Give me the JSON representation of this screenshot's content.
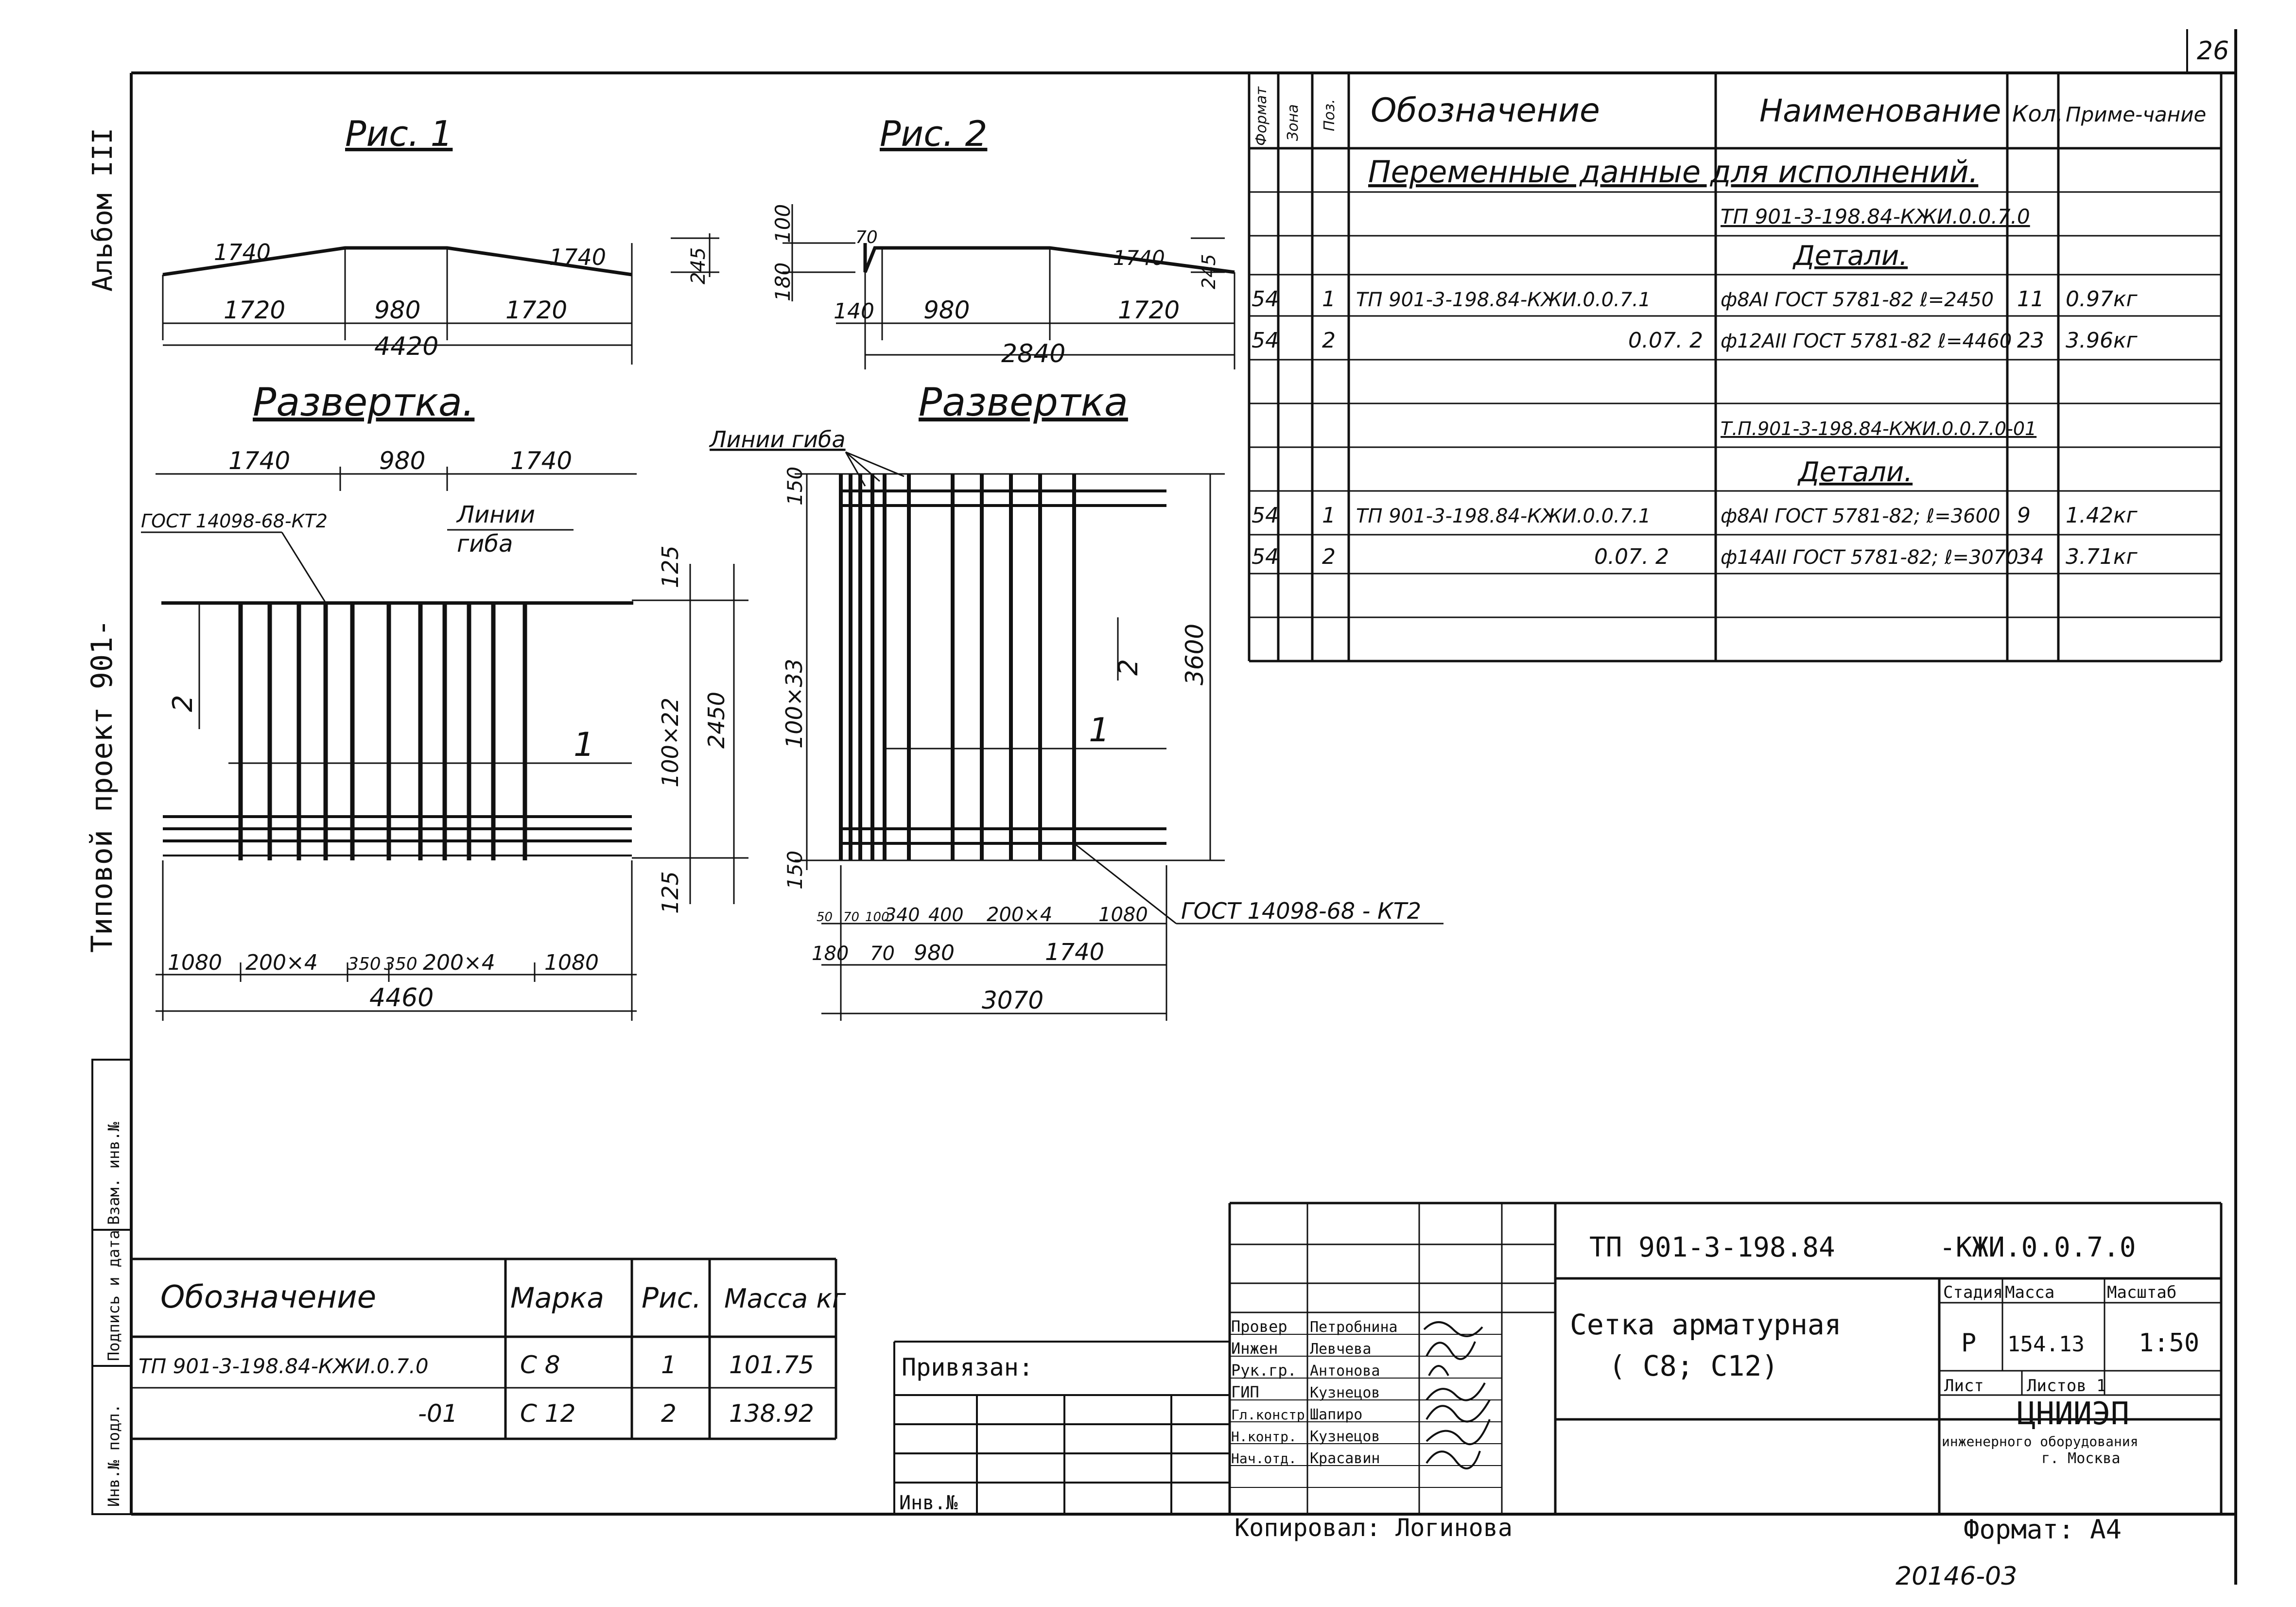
{
  "page_number": "26",
  "left_margin": {
    "album": "Альбом III",
    "project": "Типовой проект 901-",
    "stamp_cells": [
      "Инв.№ подл.",
      "Подпись и дата",
      "Взам. инв.№"
    ]
  },
  "fig1": {
    "title": "Рис. 1",
    "top_dims": [
      "1740",
      "1740",
      "245"
    ],
    "span_dims": [
      "1720",
      "980",
      "1720"
    ],
    "total": "4420",
    "unfold_title": "Развертка.",
    "unfold_top": [
      "1740",
      "980",
      "1740"
    ],
    "gost_label": "ГОСТ 14098-68-КТ2",
    "bend_label_1": "Линии",
    "bend_label_2": "гиба",
    "pos2": "2",
    "pos1": "1",
    "right_dims": [
      "125",
      "100×22",
      "2450",
      "125"
    ],
    "bottom_dims": [
      "1080",
      "200×4",
      "350",
      "350",
      "200×4",
      "1080"
    ],
    "bottom_total": "4460"
  },
  "fig2": {
    "title": "Рис. 2",
    "left_dims": [
      "180",
      "100"
    ],
    "top_dims": [
      "70",
      "1740",
      "245"
    ],
    "span_dims": [
      "140",
      "980",
      "1720"
    ],
    "total": "2840",
    "unfold_title": "Развертка",
    "bend_label": "Линии гиба",
    "left_dims_unfold": [
      "150",
      "100×33",
      "150"
    ],
    "pos2": "2",
    "pos1": "1",
    "right_dim": "3600",
    "gost_label": "ГОСТ 14098-68 - КТ2",
    "bottom_dims": [
      "50",
      "70",
      "100",
      "340",
      "400",
      "200×4",
      "1080"
    ],
    "bottom_dims2": [
      "180",
      "70",
      "980",
      "1740"
    ],
    "bottom_total": "3070"
  },
  "spec_table": {
    "headers": [
      "Формат",
      "Зона",
      "Поз.",
      "Обозначение",
      "Наименование",
      "Кол.",
      "Приме-чание"
    ],
    "rows": [
      [
        "",
        "",
        "",
        "Переменные данные для исполнений.",
        "",
        "",
        ""
      ],
      [
        "",
        "",
        "",
        "",
        "ТП 901-3-198.84-КЖИ.0.0.7.0",
        "",
        ""
      ],
      [
        "",
        "",
        "",
        "",
        "Детали.",
        "",
        ""
      ],
      [
        "54",
        "1",
        "ТП 901-3-198.84-КЖИ.0.0.7.1",
        "",
        "ф8АI ГОСТ 5781-82 ℓ=2450",
        "11",
        "0.97кг"
      ],
      [
        "54",
        "2",
        "0.07. 2",
        "",
        "ф12АII ГОСТ 5781-82 ℓ=4460",
        "23",
        "3.96кг"
      ],
      [
        "",
        "",
        "",
        "",
        "",
        "",
        ""
      ],
      [
        "",
        "",
        "",
        "",
        "Т.П.901-3-198.84-КЖИ.0.0.7.0-01",
        "",
        ""
      ],
      [
        "",
        "",
        "",
        "",
        "Детали.",
        "",
        ""
      ],
      [
        "54",
        "1",
        "ТП 901-3-198.84-КЖИ.0.0.7.1",
        "",
        "ф8АI ГОСТ 5781-82; ℓ=3600",
        "9",
        "1.42кг"
      ],
      [
        "54",
        "2",
        "0.07. 2",
        "",
        "ф14АII ГОСТ 5781-82; ℓ=3070",
        "34",
        "3.71кг"
      ]
    ]
  },
  "mass_table": {
    "headers": [
      "Обозначение",
      "Марка",
      "Рис.",
      "Масса кг"
    ],
    "rows": [
      [
        "ТП 901-3-198.84-КЖИ.0.7.0",
        "С 8",
        "1",
        "101.75"
      ],
      [
        "-01",
        "С 12",
        "2",
        "138.92"
      ]
    ]
  },
  "binding": {
    "label": "Привязан:",
    "inv_label": "Инв.№"
  },
  "title_block": {
    "doc_code_left": "ТП 901-3-198.84",
    "doc_code_right": "-КЖИ.0.0.7.0",
    "name_line1": "Сетка арматурная",
    "name_line2": "( С8; С12)",
    "roles": [
      "Провер",
      "Инжен",
      "Рук.гр.",
      "ГИП",
      "Гл.констр",
      "Н.контр.",
      "Нач.отд."
    ],
    "names": [
      "Петробнина",
      "Левчева",
      "Антонова",
      "Кузнецов",
      "Шапиро",
      "Кузнецов",
      "Красавин"
    ],
    "stage_header": "Стадия",
    "mass_header": "Масса",
    "scale_header": "Масштаб",
    "stage": "Р",
    "mass": "154.13",
    "scale": "1:50",
    "sheet_label": "Лист",
    "sheets_label": "Листов 1",
    "org1": "ЦНИИЭП",
    "org2": "инженерного оборудования",
    "org3": "г. Москва",
    "copied": "Копировал: Логинова",
    "format": "Формат: А4",
    "number": "20146-03"
  }
}
